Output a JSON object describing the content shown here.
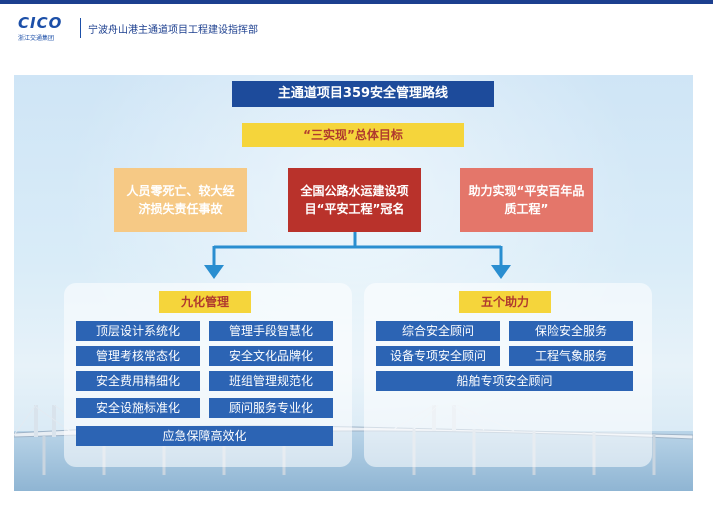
{
  "header": {
    "logo_text": "CICO",
    "logo_sub": "浙江交通集团",
    "title": "宁波舟山港主通道项目工程建设指挥部"
  },
  "diagram": {
    "title": "主通道项目359安全管理路线",
    "goal": "“三实现”总体目标",
    "targets": [
      "人员零死亡、较大经济损失责任事故",
      "全国公路水运建设项目“平安工程”冠名",
      "助力实现“平安百年品质工程”"
    ],
    "left_group": {
      "title": "九化管理",
      "items": [
        "顶层设计系统化",
        "管理手段智慧化",
        "管理考核常态化",
        "安全文化品牌化",
        "安全费用精细化",
        "班组管理规范化",
        "安全设施标准化",
        "顾问服务专业化",
        "应急保障高效化"
      ]
    },
    "right_group": {
      "title": "五个助力",
      "items": [
        "综合安全顾问",
        "保险安全服务",
        "设备专项安全顾问",
        "工程气象服务",
        "船舶专项安全顾问"
      ]
    }
  },
  "colors": {
    "title_bar": "#1d4b9b",
    "goal_bar": "#f5d53b",
    "goal_text": "#b03a2e",
    "target_left": "#f6c985",
    "target_mid": "#b9322b",
    "target_right": "#e4766a",
    "item_blue": "#2c64b4",
    "arrow_blue": "#2a8ed0"
  }
}
